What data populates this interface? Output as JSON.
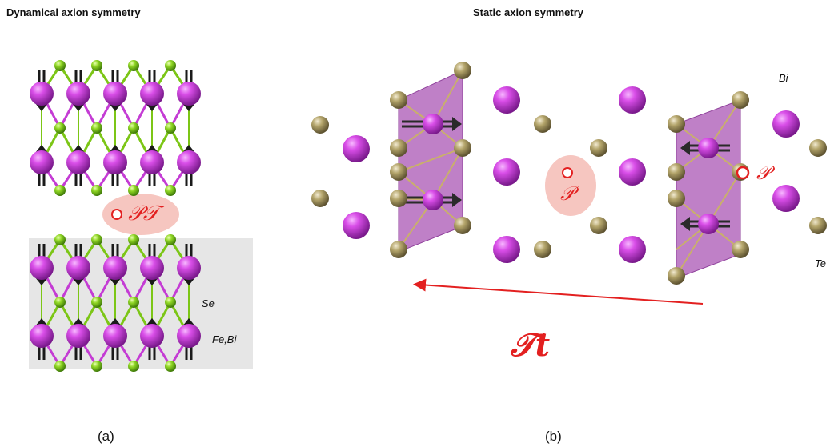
{
  "titles": {
    "left": "Dynamical axion symmetry",
    "right": "Static axion symmetry"
  },
  "labels": {
    "se": "Se",
    "febi": "Fe,Bi",
    "bi": "Bi",
    "te": "Te"
  },
  "symbols": {
    "pt": "𝒫𝒯",
    "p_center": "𝒫",
    "p_right": "𝒫",
    "tt": "𝒯t"
  },
  "panels": {
    "a": "(a)",
    "b": "(b)"
  },
  "colors": {
    "magenta_atom": "#c43cd4",
    "green_atom": "#7cc616",
    "olive_atom": "#a99a62",
    "arrow": "#1a1a1a",
    "symbol_red": "#e32020",
    "highlight_pink": "#f6c6c0",
    "shaded_box": "#e6e6e6",
    "octahedron_fill": "#a956b4"
  }
}
